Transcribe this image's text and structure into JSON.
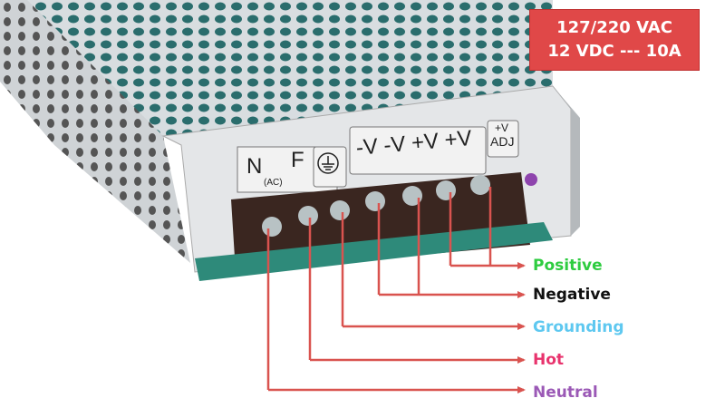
{
  "spec_box": {
    "line1": "127/220 VAC",
    "line2": "12 VDC --- 10A",
    "color": "#e04848"
  },
  "terminal_labels": {
    "n": "N",
    "ac": "(AC)",
    "f": "F",
    "dc": "-V -V +V +V",
    "adj_top": "+V",
    "adj_bottom": "ADJ"
  },
  "wire_labels": [
    {
      "text": "Positive",
      "color": "#2ecc40"
    },
    {
      "text": "Negative",
      "color": "#111111"
    },
    {
      "text": "Grounding",
      "color": "#5ec8f0"
    },
    {
      "text": "Hot",
      "color": "#e8336d"
    },
    {
      "text": "Neutral",
      "color": "#9b59b6"
    }
  ],
  "line_color": "#d9534f"
}
